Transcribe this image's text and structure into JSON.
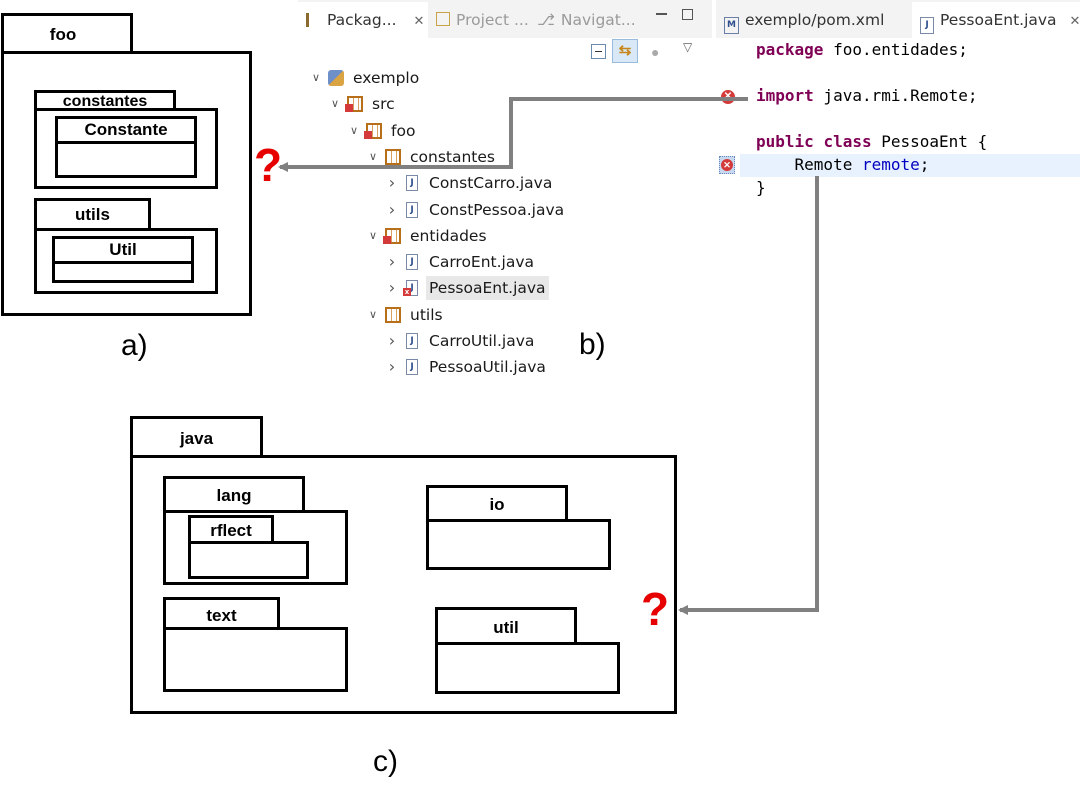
{
  "diagram_a": {
    "caption": "a)",
    "package_foo": "foo",
    "package_constantes": "constantes",
    "class_constante": "Constante",
    "package_utils": "utils",
    "class_util": "Util",
    "question_mark": "?"
  },
  "ide": {
    "caption": "b)",
    "left_tabs": [
      "Packag...",
      "Project ...",
      "Navigat..."
    ],
    "tree": [
      {
        "label": "exemplo",
        "depth": 0,
        "icon": "project-icon",
        "twisty": "expanded"
      },
      {
        "label": "src",
        "depth": 1,
        "icon": "source-folder-icon",
        "twisty": "expanded"
      },
      {
        "label": "foo",
        "depth": 2,
        "icon": "package-error-icon",
        "twisty": "expanded"
      },
      {
        "label": "constantes",
        "depth": 3,
        "icon": "package-icon",
        "twisty": "expanded"
      },
      {
        "label": "ConstCarro.java",
        "depth": 4,
        "icon": "java-file-icon",
        "twisty": "collapsed"
      },
      {
        "label": "ConstPessoa.java",
        "depth": 4,
        "icon": "java-file-icon",
        "twisty": "collapsed"
      },
      {
        "label": "entidades",
        "depth": 3,
        "icon": "package-error-icon",
        "twisty": "expanded"
      },
      {
        "label": "CarroEnt.java",
        "depth": 4,
        "icon": "java-file-icon",
        "twisty": "collapsed"
      },
      {
        "label": "PessoaEnt.java",
        "depth": 4,
        "icon": "java-file-error-icon",
        "twisty": "collapsed",
        "selected": true
      },
      {
        "label": "utils",
        "depth": 3,
        "icon": "package-icon",
        "twisty": "expanded"
      },
      {
        "label": "CarroUtil.java",
        "depth": 4,
        "icon": "java-file-icon",
        "twisty": "collapsed"
      },
      {
        "label": "PessoaUtil.java",
        "depth": 4,
        "icon": "java-file-icon",
        "twisty": "collapsed"
      }
    ],
    "editor_tabs": [
      "exemplo/pom.xml",
      "PessoaEnt.java"
    ],
    "code": {
      "l1_kw": "package",
      "l1_rest": " foo.entidades;",
      "l2_kw": "import",
      "l2_rest": " java.rmi.Remote;",
      "l3_kw1": "public",
      "l3_kw2": "class",
      "l3_rest": " PessoaEnt {",
      "l4_type": "    Remote ",
      "l4_field": "remote",
      "l4_end": ";",
      "l5": "}"
    }
  },
  "diagram_c": {
    "caption": "c)",
    "package_java": "java",
    "package_lang": "lang",
    "package_rflect": "rflect",
    "package_io": "io",
    "package_text": "text",
    "package_util": "util",
    "question_mark": "?"
  },
  "colors": {
    "arrow": "#808080",
    "question_mark": "#e60000",
    "keyword": "#7f0055",
    "field": "#0000c0",
    "selection": "#e8e8e8",
    "highlight_line": "#e8f2fe"
  }
}
